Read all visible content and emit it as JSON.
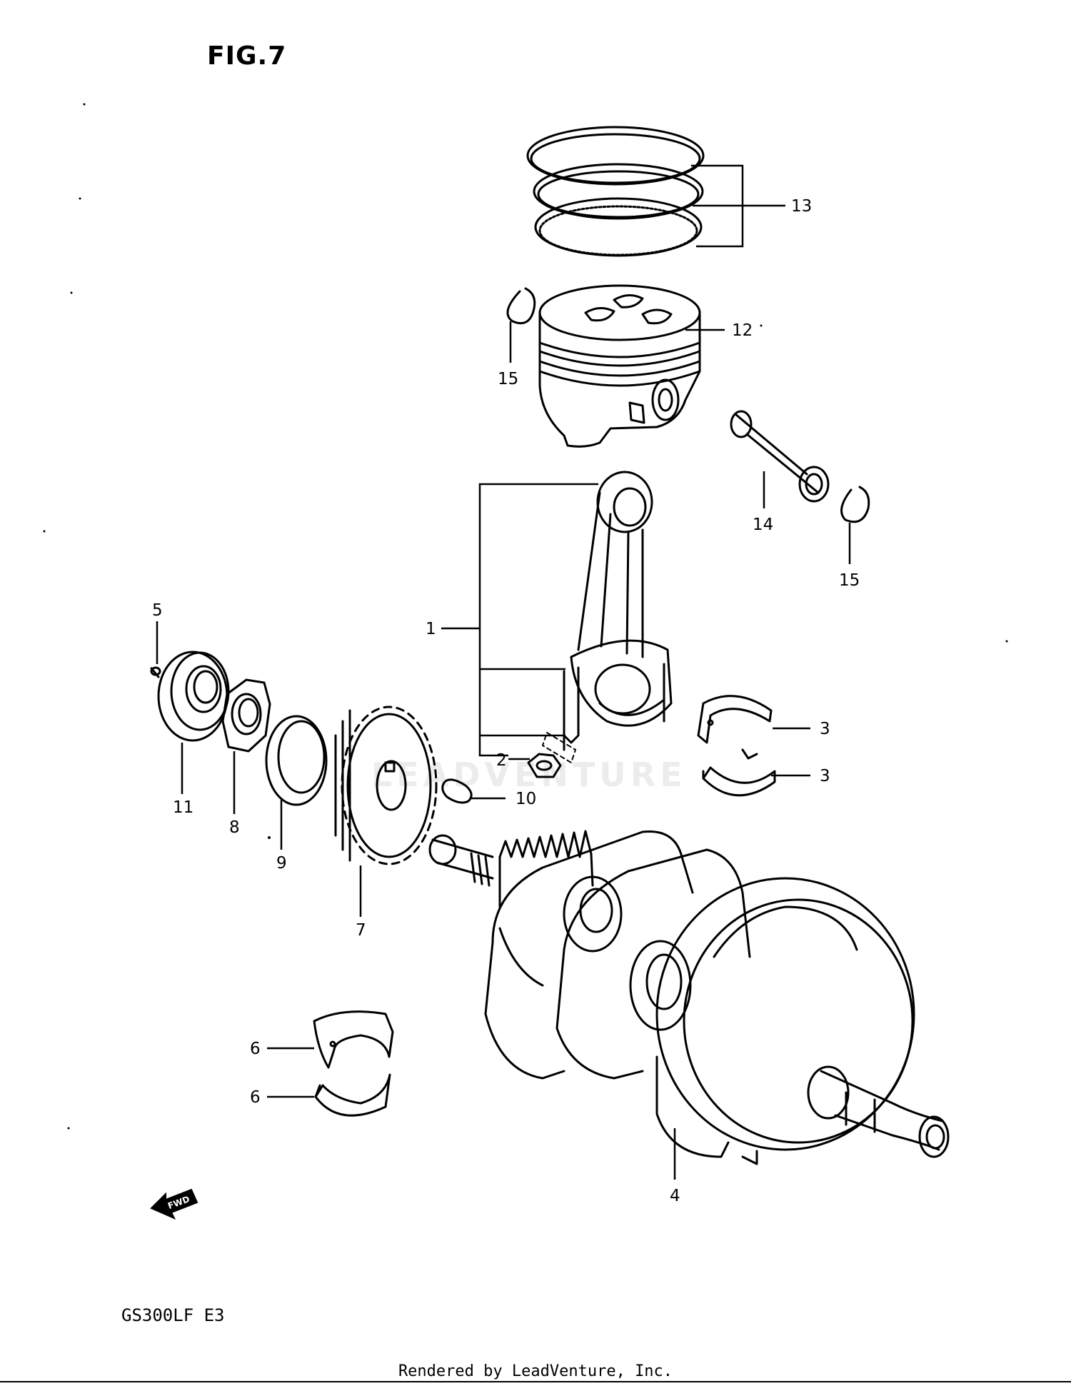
{
  "figure": {
    "title": "FIG.7",
    "model_code": "GS300LF  E3",
    "footer_text": "Rendered by LeadVenture, Inc.",
    "watermark_text": "LEADVENTURE",
    "direction_label": "FWD"
  },
  "callouts": {
    "c1": "1",
    "c2": "2",
    "c3a": "3",
    "c3b": "3",
    "c4": "4",
    "c5": "5",
    "c6a": "6",
    "c6b": "6",
    "c7": "7",
    "c8": "8",
    "c9": "9",
    "c10": "10",
    "c11": "11",
    "c12": "12",
    "c13": "13",
    "c14": "14",
    "c15a": "15",
    "c15b": "15"
  }
}
